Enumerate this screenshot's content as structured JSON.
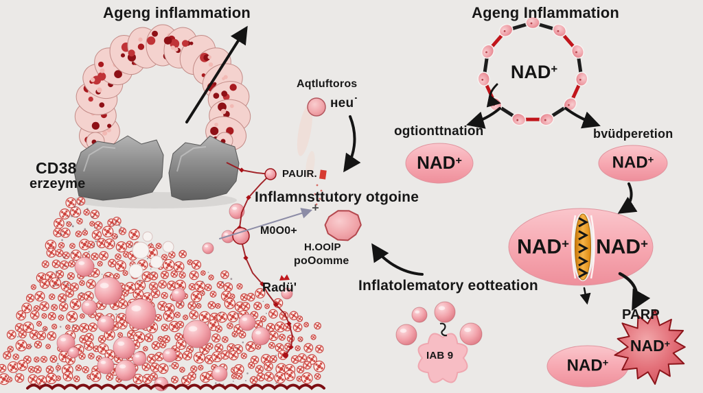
{
  "left": {
    "title": "Ageng inflammation",
    "cd38": "CD38",
    "enzyme": "erzeyme"
  },
  "middle": {
    "activators": "Aqtluftoros",
    "heu": "ʜeu˙",
    "paris": "PAUIR.",
    "cytokine": "Inflamnsttutory otgoine",
    "moo": "M0O0+",
    "hoolp": "H.OOlP",
    "noomme": "poOomme",
    "rodu": "Radü'",
    "activation": "Inflatolematory eotteation",
    "iab": "IAB 9"
  },
  "right": {
    "title": "Ageng Inflammation",
    "branch_left": "ogtionttnation",
    "branch_right": "bvüdperetion",
    "parp": "PARP",
    "nad_base": "NAD",
    "nad_plus": "+"
  },
  "colors": {
    "background": "#ebe9e7",
    "pink_ellipse": "#f7a9b2",
    "red_accent": "#c1151b",
    "dark_red": "#8e1016",
    "orange_lens": "#f6b347",
    "burst_red": "#c8444e",
    "gray_shape": "#8b8b8b",
    "text": "#171717"
  }
}
